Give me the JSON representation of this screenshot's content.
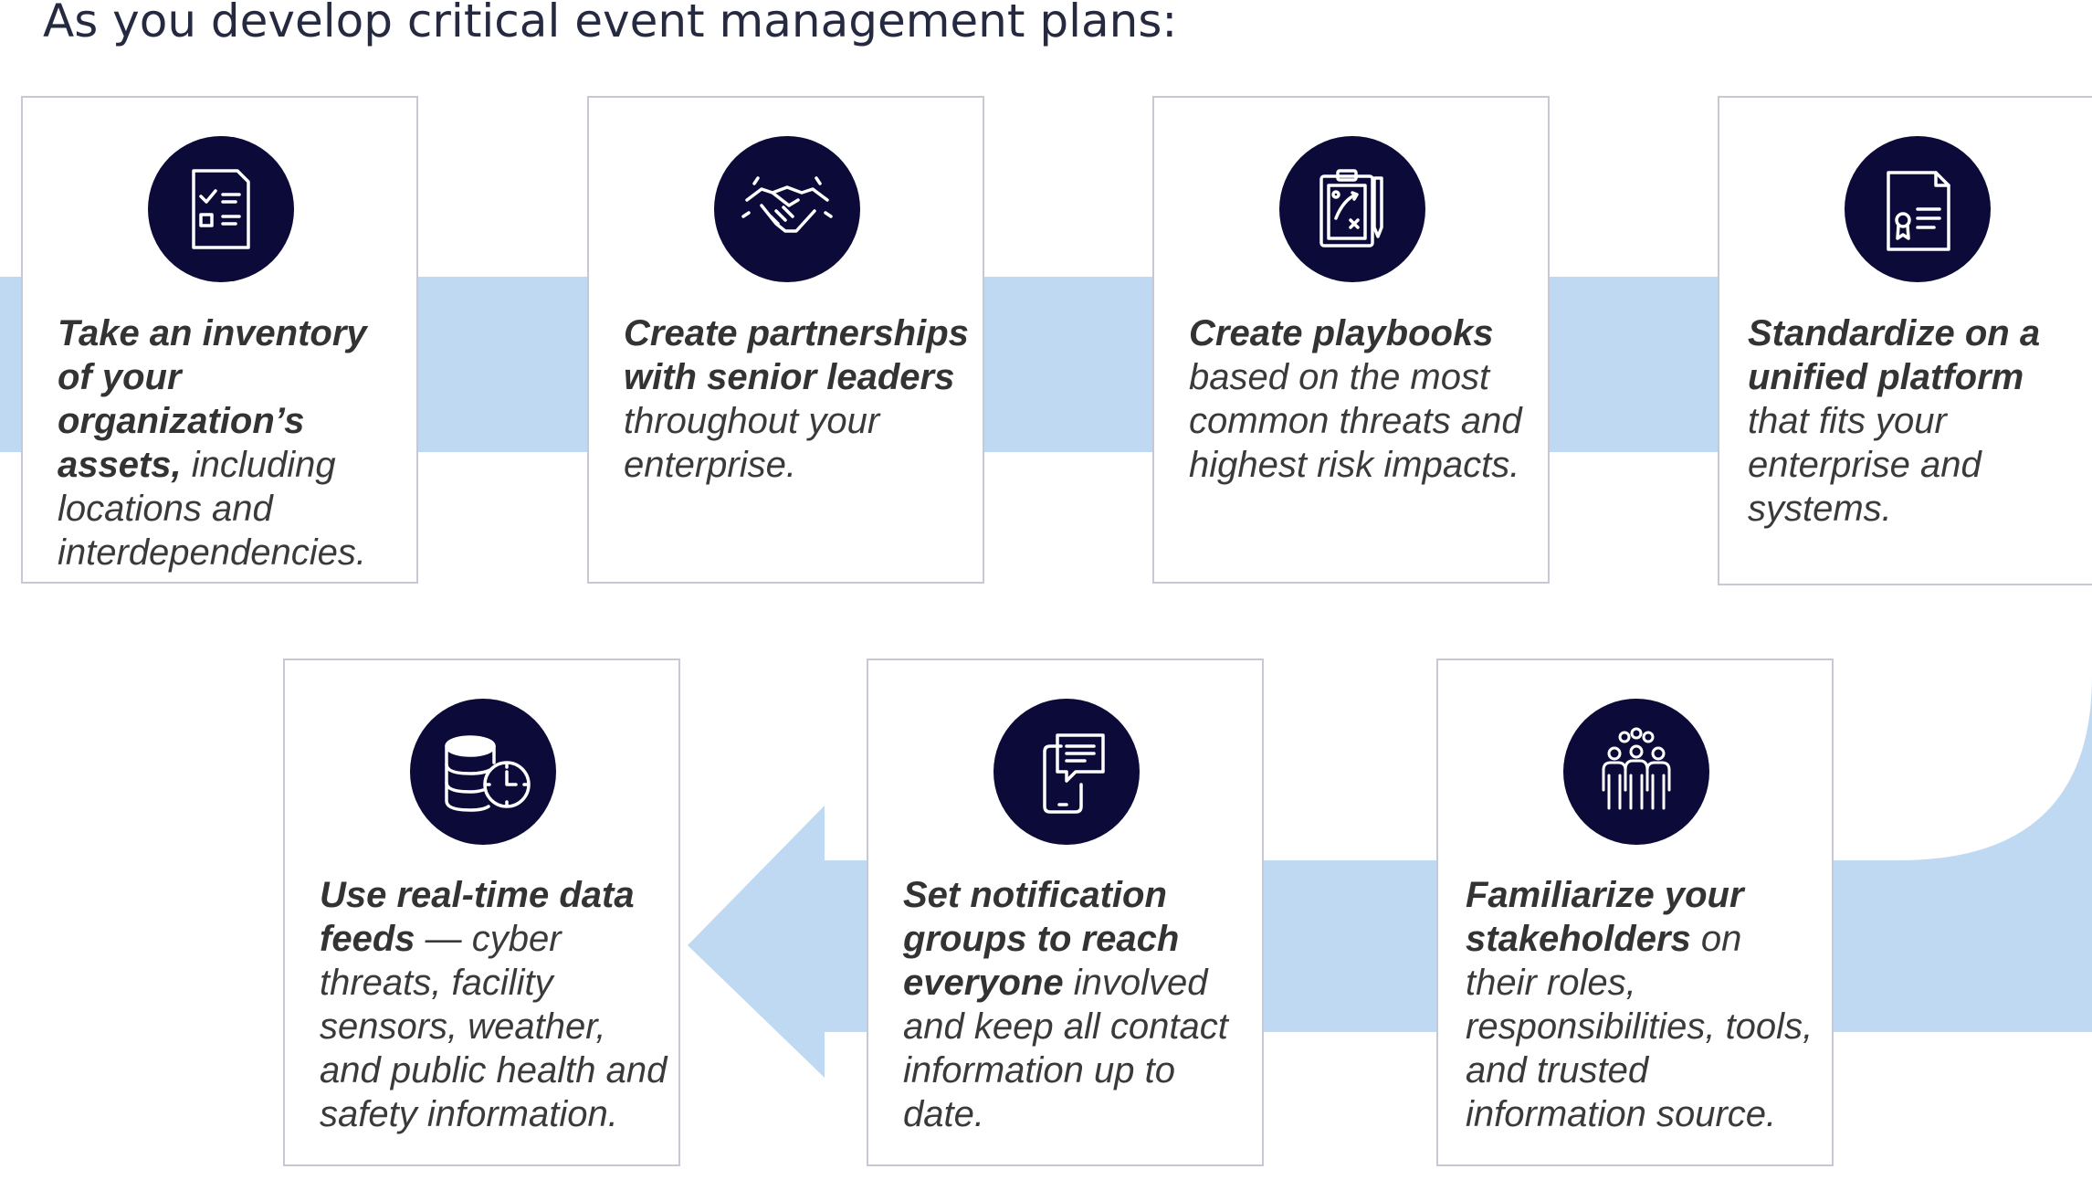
{
  "title": "As you develop critical event management plans:",
  "colors": {
    "band": "#c0d9f2",
    "icon_circle": "#0b0a38",
    "card_border": "#c6c9d4",
    "title_text": "#262a41",
    "body_text": "#3a3a3a"
  },
  "steps": [
    {
      "icon": "checklist-icon",
      "bold": "Take an inventory of your organization’s assets,",
      "rest": " including locations and interdependencies."
    },
    {
      "icon": "handshake-icon",
      "bold": "Create partnerships with senior leaders",
      "rest": " throughout your enterprise."
    },
    {
      "icon": "playbook-clipboard-icon",
      "bold": "Create playbooks",
      "rest": " based on the most common threats and highest risk impacts."
    },
    {
      "icon": "certificate-document-icon",
      "bold": "Standardize on a unified platform",
      "rest": " that fits your enterprise and systems."
    },
    {
      "icon": "stakeholders-group-icon",
      "bold": "Familiarize your stakeholders",
      "rest": " on their roles, responsibilities, tools, and trusted information source."
    },
    {
      "icon": "mobile-message-icon",
      "bold": "Set notification groups to reach everyone",
      "rest": " involved and keep all contact information up to date."
    },
    {
      "icon": "database-clock-icon",
      "bold": "Use real-time data feeds",
      "rest": " — cyber threats, facility sensors, weather, and public health and safety information."
    }
  ]
}
